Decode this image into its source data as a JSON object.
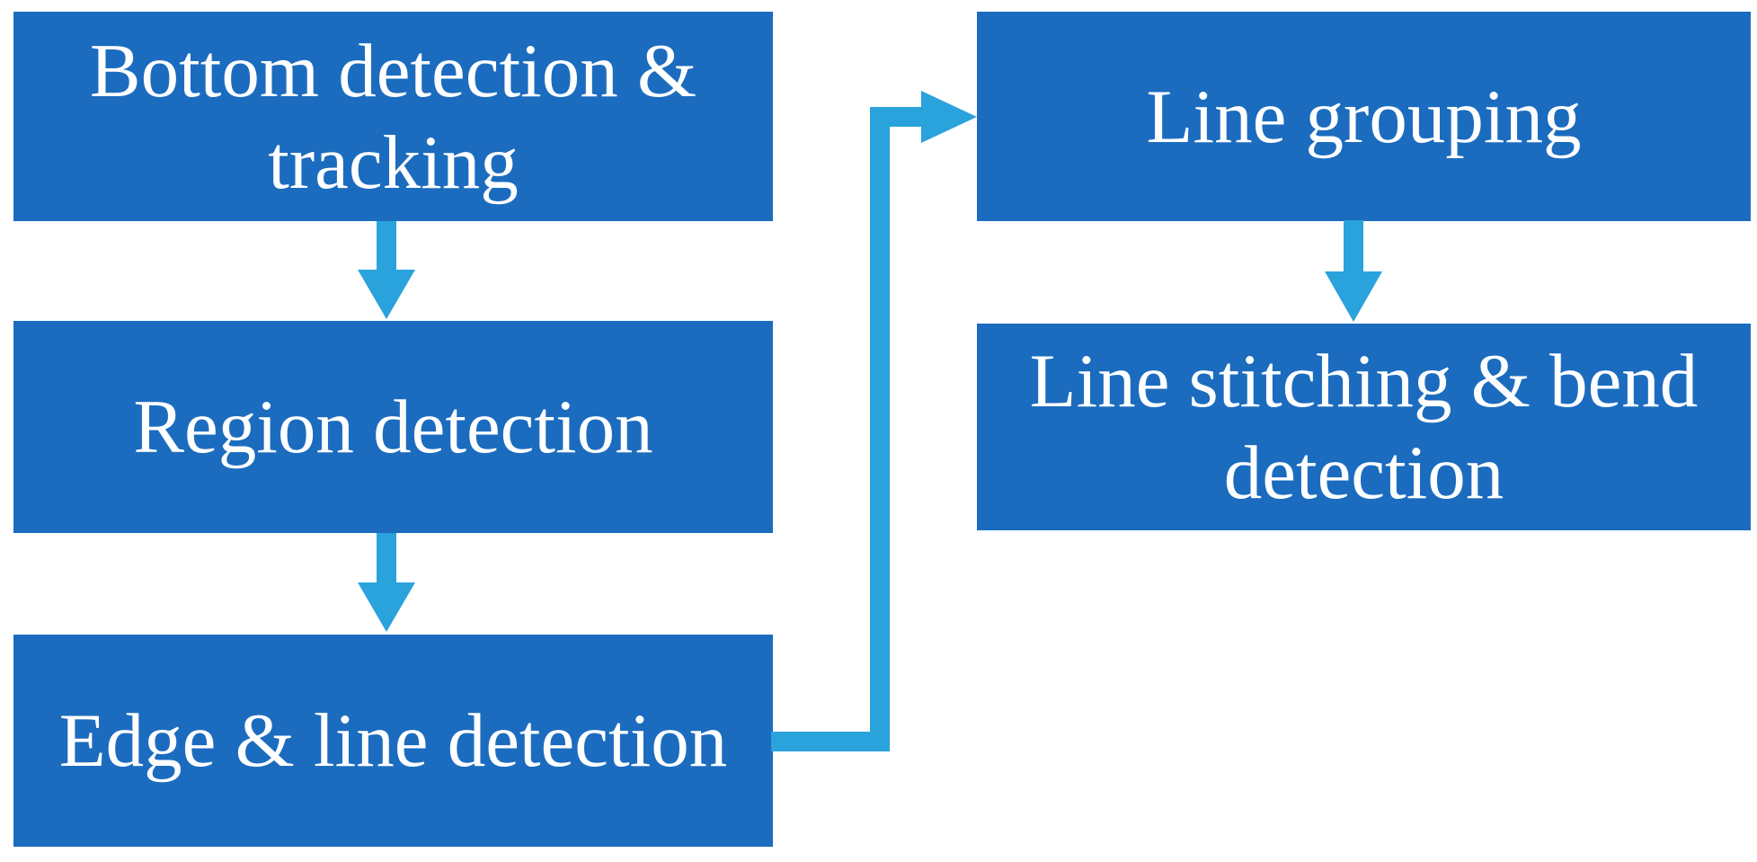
{
  "diagram": {
    "background": "#ffffff",
    "box_fill": "#1b6cbf",
    "arrow_fill": "#2aa2dc",
    "text_color": "#ffffff"
  },
  "boxes": [
    {
      "id": "bottom-detection-tracking",
      "label": "Bottom detection & tracking",
      "lines": [
        "Bottom detection &",
        "tracking"
      ]
    },
    {
      "id": "region-detection",
      "label": "Region detection",
      "lines": [
        "Region detection"
      ]
    },
    {
      "id": "edge-line-detection",
      "label": "Edge & line detection",
      "lines": [
        "Edge & line detection"
      ]
    },
    {
      "id": "line-grouping",
      "label": "Line grouping",
      "lines": [
        "Line grouping"
      ]
    },
    {
      "id": "line-stitching-bend-detection",
      "label": "Line stitching & bend detection",
      "lines": [
        "Line stitching & bend",
        "detection"
      ]
    }
  ],
  "connections": [
    {
      "from": "Bottom detection & tracking",
      "to": "Region detection",
      "type": "arrow-down"
    },
    {
      "from": "Region detection",
      "to": "Edge & line detection",
      "type": "arrow-down"
    },
    {
      "from": "Edge & line detection",
      "to": "Line grouping",
      "type": "elbow-arrow-right-up-right"
    },
    {
      "from": "Line grouping",
      "to": "Line stitching & bend detection",
      "type": "arrow-down"
    }
  ]
}
